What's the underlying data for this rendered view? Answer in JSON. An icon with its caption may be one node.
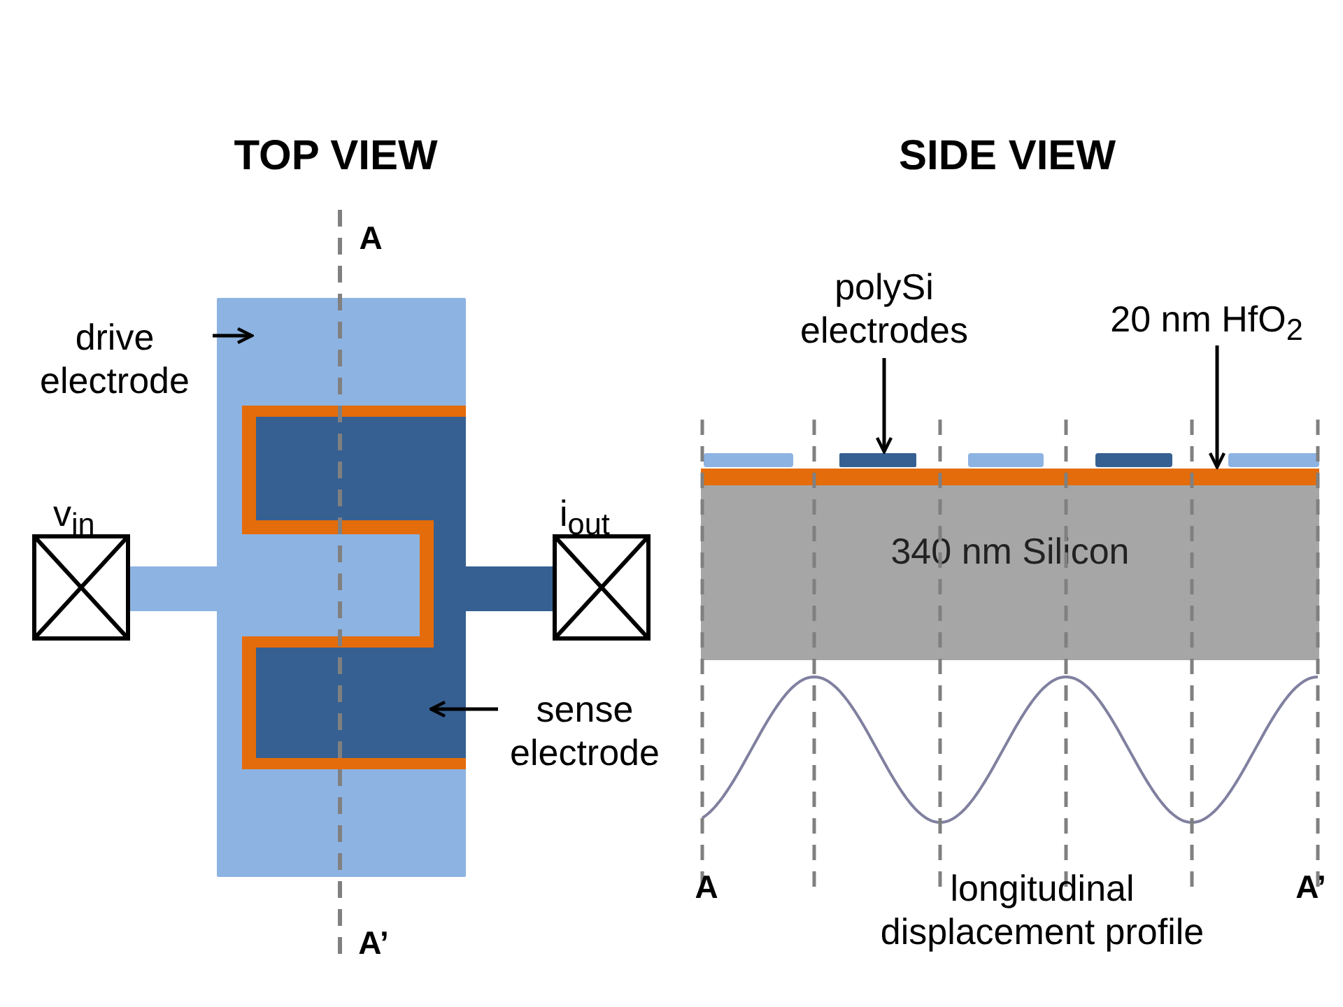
{
  "diagram": {
    "nodes": [
      {
        "text": [
          "drive electrode"
        ]
      },
      {
        "text": [],
        "shape": "box"
      },
      {
        "text": [],
        "shape": "box",
        "in": 1
      },
      {
        "text": [
          "v$_{in}$"
        ]
      },
      {
        "text": [
          "i$_{out}$"
        ]
      },
      {
        "text": [
          "sense electrode"
        ]
      },
      {
        "text": [
          "polySi electrodes"
        ]
      },
      {
        "text": [
          "20 nm HfO$_{2}$"
        ]
      },
      {
        "text": [],
        "shape": "box"
      },
      {
        "text": [],
        "shape": "bar"
      },
      {
        "text": [
          "340 nm Silicon"
        ]
      }
    ],
    "edges": [
      {
        "from": 0,
        "to": 1,
        "arrow": "to"
      },
      {
        "from": 5,
        "to": 2,
        "arrow": "to"
      },
      {
        "from": 6,
        "to": 8,
        "arrow": "to"
      },
      {
        "from": 7,
        "to": 9,
        "arrow": "to"
      }
    ],
    "labels": [
      "TOP VIEW",
      "SIDE VIEW",
      "A",
      "A’",
      "A",
      "A’",
      "longitudinal displacement profile"
    ]
  }
}
